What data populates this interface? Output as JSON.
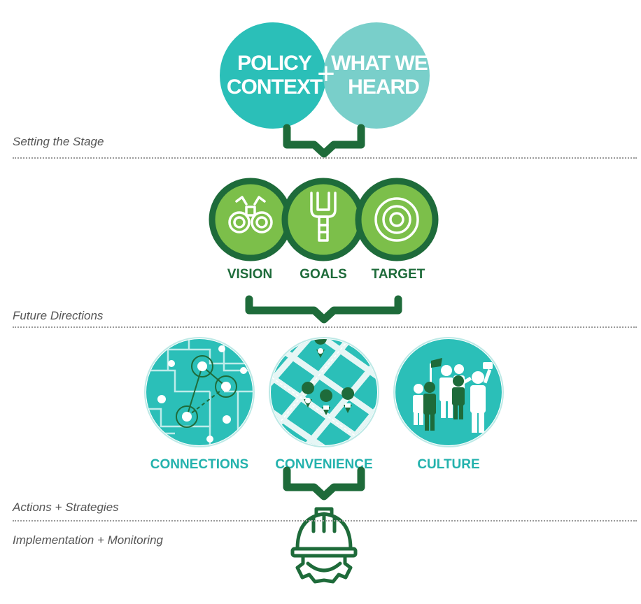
{
  "colors": {
    "teal": "#2bbfb8",
    "teal_light": "#72ccc7",
    "teal_text": "#23b2ad",
    "dark_green": "#1e6b3a",
    "light_green": "#7cbf4a",
    "label_gray": "#555555"
  },
  "policy": {
    "left_line1": "POLICY",
    "left_line2": "CONTEXT",
    "plus": "+",
    "right_line1": "WHAT WE",
    "right_line2": "HEARD"
  },
  "sections": {
    "setting": "Setting the Stage",
    "future": "Future Directions",
    "actions": "Actions + Strategies",
    "implementation": "Implementation + Monitoring"
  },
  "principles": [
    {
      "label": "VISION",
      "icon": "binoculars-icon"
    },
    {
      "label": "GOALS",
      "icon": "goal-post-icon"
    },
    {
      "label": "TARGET",
      "icon": "target-icon"
    }
  ],
  "themes": [
    {
      "label": "CONNECTIONS",
      "icon": "network-map-icon"
    },
    {
      "label": "CONVENIENCE",
      "icon": "city-grid-map-icon"
    },
    {
      "label": "CULTURE",
      "icon": "people-celebrating-icon"
    }
  ],
  "final_icon": "hard-hat-gear-icon"
}
